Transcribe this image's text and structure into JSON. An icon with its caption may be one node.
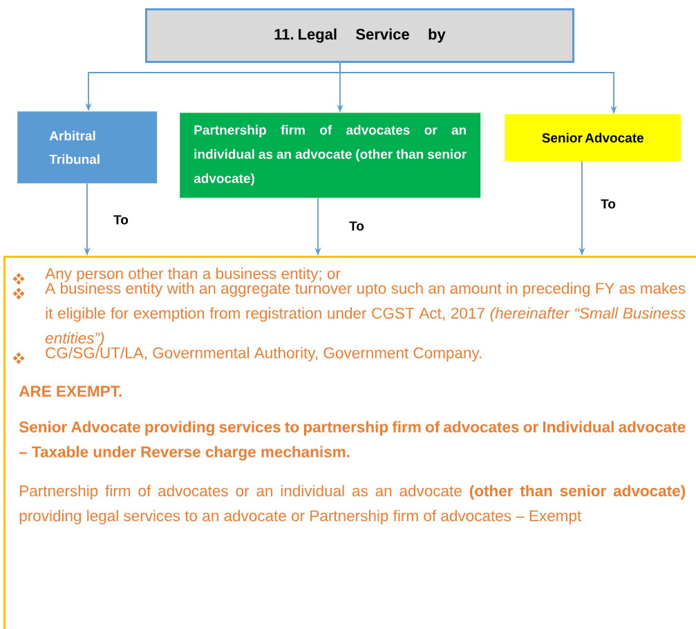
{
  "diagram": {
    "nodes": [
      {
        "text": [
          "11. Legal Service by"
        ]
      },
      {
        "text": [
          "Arbitral Tribunal"
        ]
      },
      {
        "text": [
          "Partnership firm of advocates or an individual as an advocate (other than senior advocate)"
        ]
      },
      {
        "text": [
          "Senior Advocate"
        ]
      },
      {
        "text": [
          "Any person other than a business entity; or",
          "A business entity with an aggregate turnover upto such an amount in preceding FY as makes it eligible for exemption from registration under CGST Act, 2017 *(hereinafter “Small Business entities”)*",
          "CG/SG/UT/LA, Governmental Authority, Government Company.",
          "ARE EXEMPT.",
          "Senior Advocate providing services to partnership firm of advocates or Individual advocate – Taxable under Reverse charge mechanism.",
          "Partnership firm of advocates or an individual as an advocate **(other than senior advocate)** providing legal services to an advocate or Partnership firm of advocates – Exempt"
        ]
      }
    ],
    "edges": [
      {
        "from": 0,
        "to": 1,
        "arrow": "to"
      },
      {
        "from": 0,
        "to": 2,
        "arrow": "to"
      },
      {
        "from": 0,
        "to": 3,
        "arrow": "to"
      },
      {
        "from": 1,
        "to": 4,
        "arrow": "to",
        "label": "To"
      },
      {
        "from": 2,
        "to": 4,
        "arrow": "to",
        "label": "To"
      },
      {
        "from": 3,
        "to": 4,
        "arrow": "to",
        "label": "To"
      }
    ]
  }
}
